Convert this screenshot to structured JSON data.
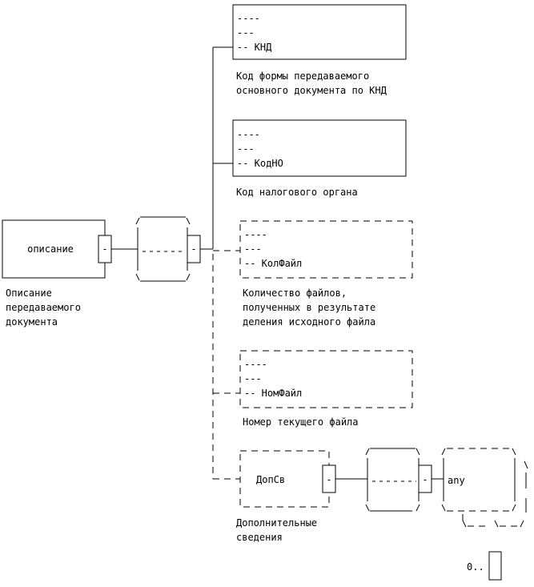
{
  "root": {
    "name": "описание",
    "description": [
      "Описание",
      "передаваемого",
      "документа"
    ],
    "connector": "-"
  },
  "sequence_connector": "-",
  "elements": [
    {
      "name": "КНД",
      "optional": false,
      "lines": [
        "----",
        "---",
        "-- КНД"
      ],
      "description": [
        "Код формы передаваемого",
        "основного документа по КНД"
      ]
    },
    {
      "name": "КодНО",
      "optional": false,
      "lines": [
        "----",
        "---",
        "-- КодНО"
      ],
      "description": [
        "Код налогового органа"
      ]
    },
    {
      "name": "КолФайл",
      "optional": true,
      "lines": [
        "----",
        "---",
        "-- КолФайл"
      ],
      "description": [
        "Количество файлов,",
        "полученных в результате",
        "деления исходного файла"
      ]
    },
    {
      "name": "НомФайл",
      "optional": true,
      "lines": [
        "----",
        "---",
        "-- НомФайл"
      ],
      "description": [
        "Номер текущего файла"
      ]
    },
    {
      "name": "ДопСв",
      "optional": true,
      "label": "ДопСв",
      "connector": "-",
      "description": [
        "Дополнительные",
        "сведения"
      ]
    }
  ],
  "any_element": {
    "label": "any",
    "connector": "-",
    "cardinality": "0.."
  }
}
